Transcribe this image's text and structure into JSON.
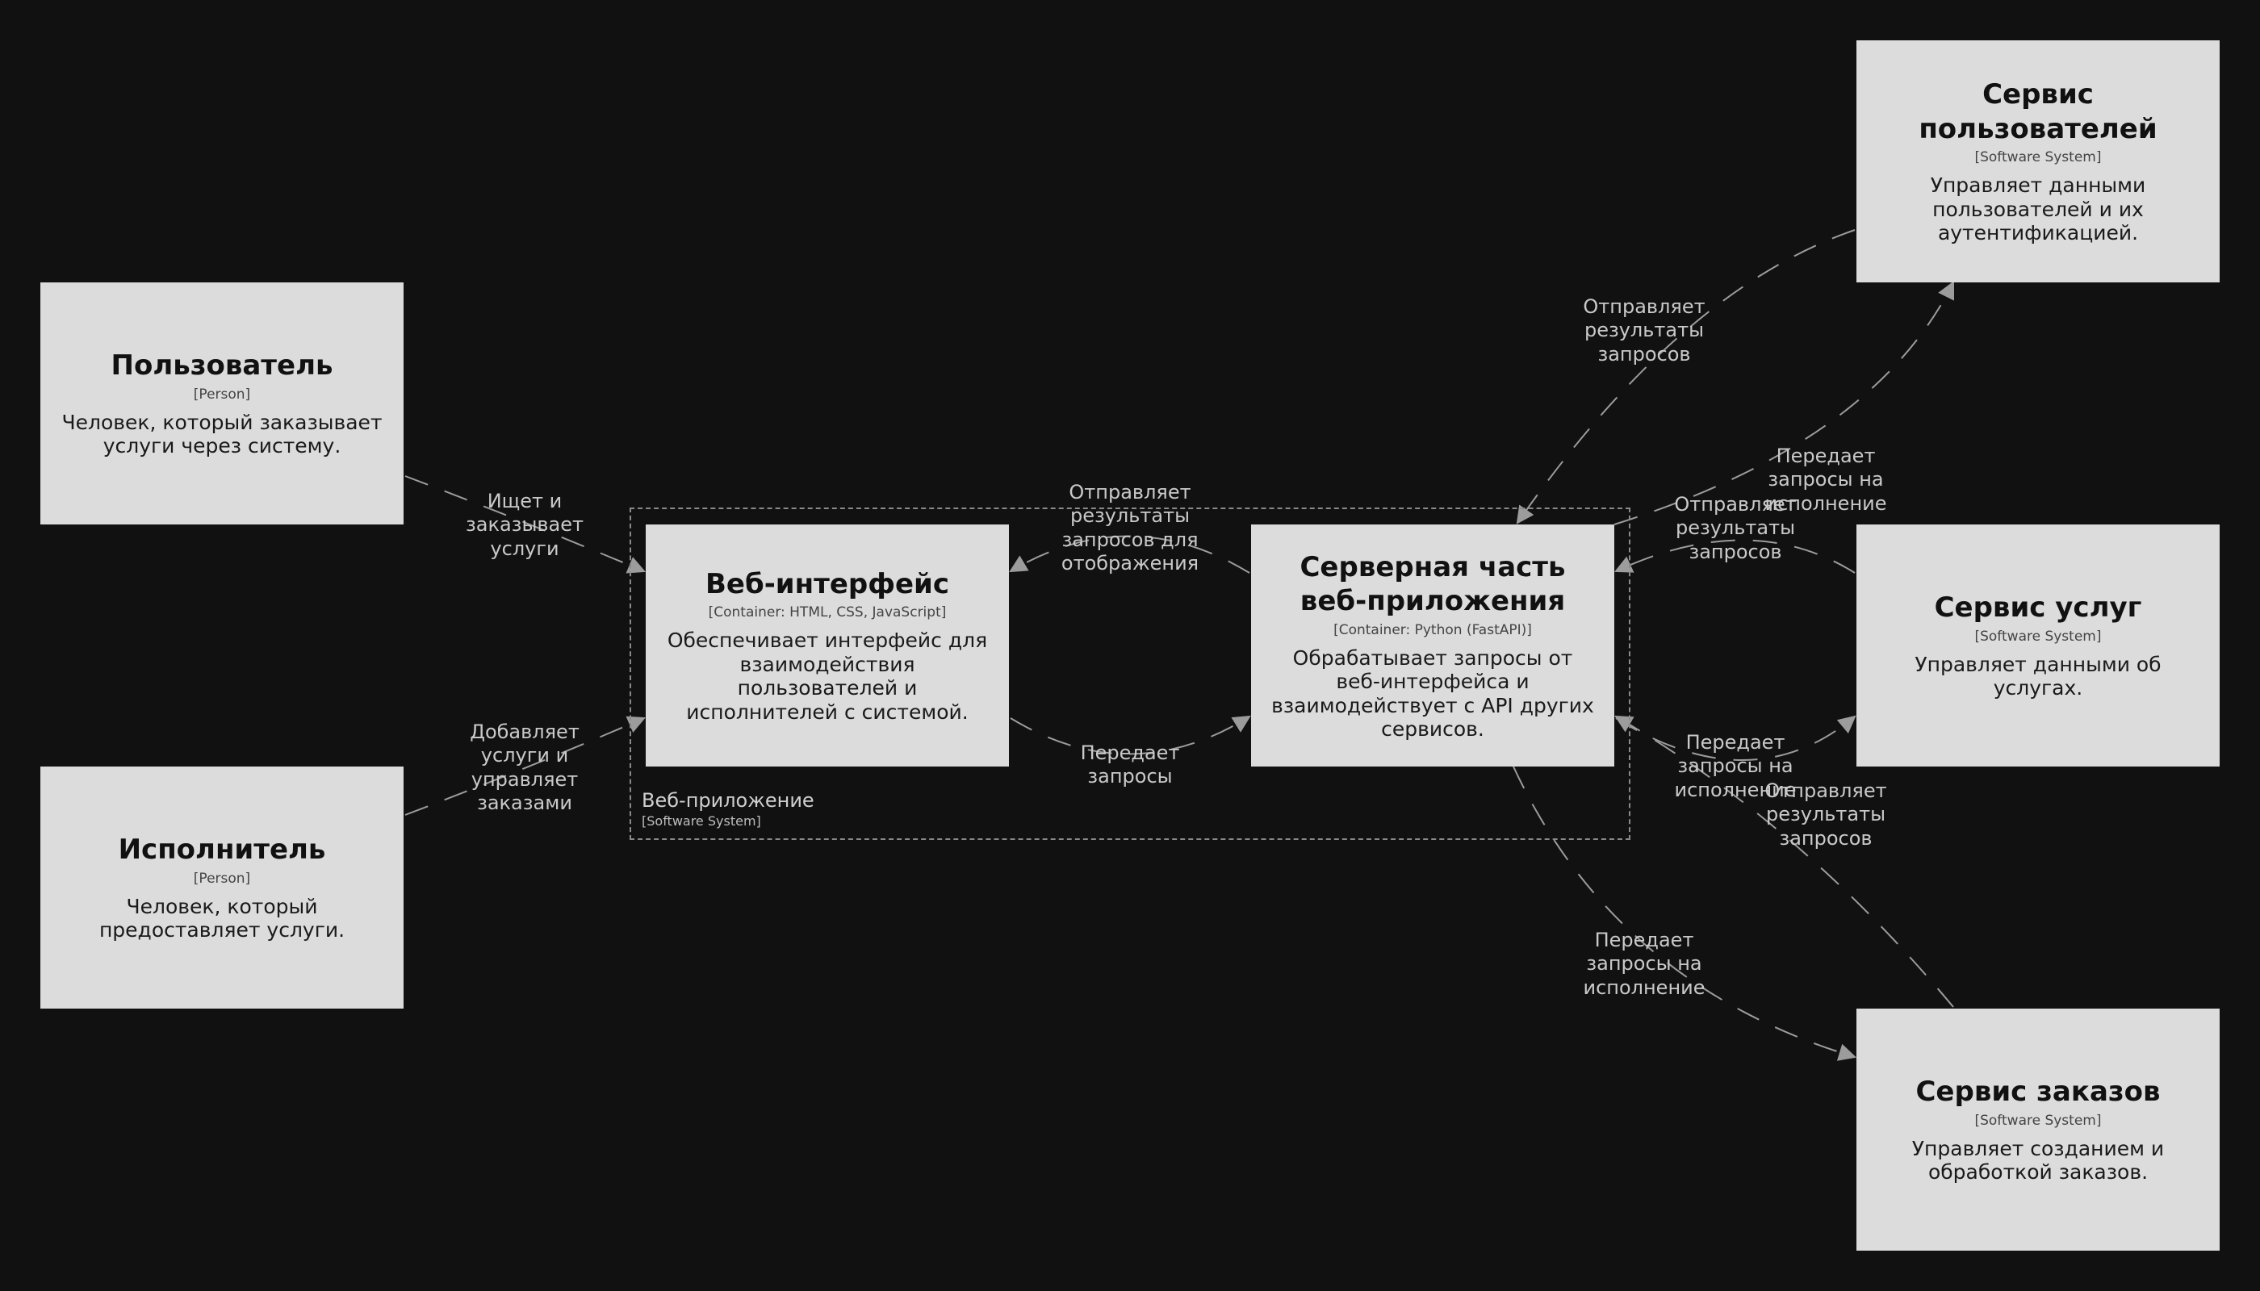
{
  "nodes": {
    "user": {
      "title": "Пользователь",
      "tech": "[Person]",
      "desc": "Человек, который заказывает услуги через систему."
    },
    "performer": {
      "title": "Исполнитель",
      "tech": "[Person]",
      "desc": "Человек, который предоставляет услуги."
    },
    "web_ui": {
      "title": "Веб-интерфейс",
      "tech": "[Container: HTML, CSS, JavaScript]",
      "desc": "Обеспечивает интерфейс для взаимодействия пользователей и исполнителей с системой."
    },
    "backend": {
      "title": "Серверная часть веб-приложения",
      "tech": "[Container: Python (FastAPI)]",
      "desc": "Обрабатывает запросы от веб-интерфейса и взаимодействует с API других сервисов."
    },
    "user_service": {
      "title": "Сервис пользователей",
      "tech": "[Software System]",
      "desc": "Управляет данными пользователей и их аутентификацией."
    },
    "service_service": {
      "title": "Сервис услуг",
      "tech": "[Software System]",
      "desc": "Управляет данными об услугах."
    },
    "order_service": {
      "title": "Сервис заказов",
      "tech": "[Software System]",
      "desc": "Управляет созданием и обработкой заказов."
    }
  },
  "boundary": {
    "name": "Веб-приложение",
    "kind": "[Software System]"
  },
  "edges": [
    {
      "id": "user-webui",
      "label": "Ищет и\nзаказывает\nуслуги"
    },
    {
      "id": "performer-webui",
      "label": "Добавляет\nуслуги и\nуправляет\nзаказами"
    },
    {
      "id": "webui-backend",
      "label": "Передает\nзапросы"
    },
    {
      "id": "backend-webui",
      "label": "Отправляет\nрезультаты\nзапросов для\nотображения"
    },
    {
      "id": "backend-userservice",
      "label": "Передает\nзапросы на\nисполнение"
    },
    {
      "id": "userservice-backend",
      "label": "Отправляет\nрезультаты\nзапросов"
    },
    {
      "id": "backend-serviceservice",
      "label": "Передает\nзапросы на\nисполнение"
    },
    {
      "id": "serviceservice-backend",
      "label": "Отправляет\nрезультаты\nзапросов"
    },
    {
      "id": "backend-orderservice",
      "label": "Передает\nзапросы на\nисполнение"
    },
    {
      "id": "orderservice-backend",
      "label": "Отправляет\nрезультаты\nзапросов"
    }
  ]
}
